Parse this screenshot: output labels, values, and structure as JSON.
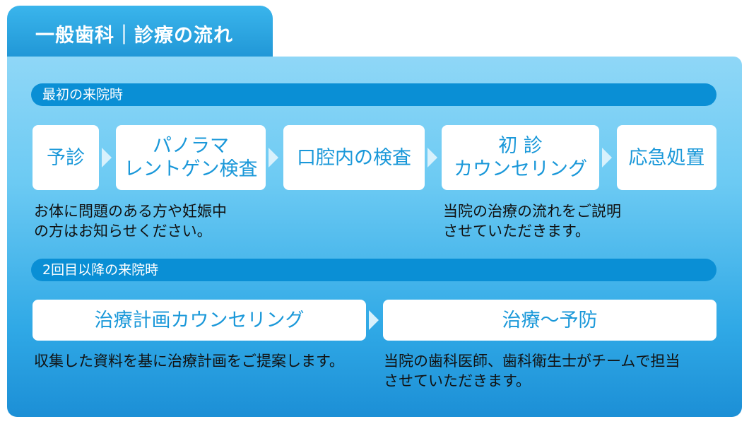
{
  "header": {
    "title": "一般歯科｜診療の流れ"
  },
  "first_visit": {
    "label": "最初の来院時",
    "steps": [
      "予診",
      "パノラマ\nレントゲン検査",
      "口腔内の検査",
      "初 診\nカウンセリング",
      "応急処置"
    ],
    "notes": [
      "お体に問題のある方や妊娠中\nの方はお知らせください。",
      "当院の治療の流れをご説明\nさせていただきます。"
    ]
  },
  "repeat_visit": {
    "label": "2回目以降の来院時",
    "steps": [
      "治療計画カウンセリング",
      "治療～予防"
    ],
    "notes": [
      "収集した資料を基に治療計画をご提案します。",
      "当院の歯科医師、歯科衛生士がチームで担当\nさせていただきます。"
    ]
  },
  "colors": {
    "panel": "#6ccaf3",
    "band": "#0a8fd5",
    "step_text": "#1a98d9",
    "note_text": "#111111"
  }
}
